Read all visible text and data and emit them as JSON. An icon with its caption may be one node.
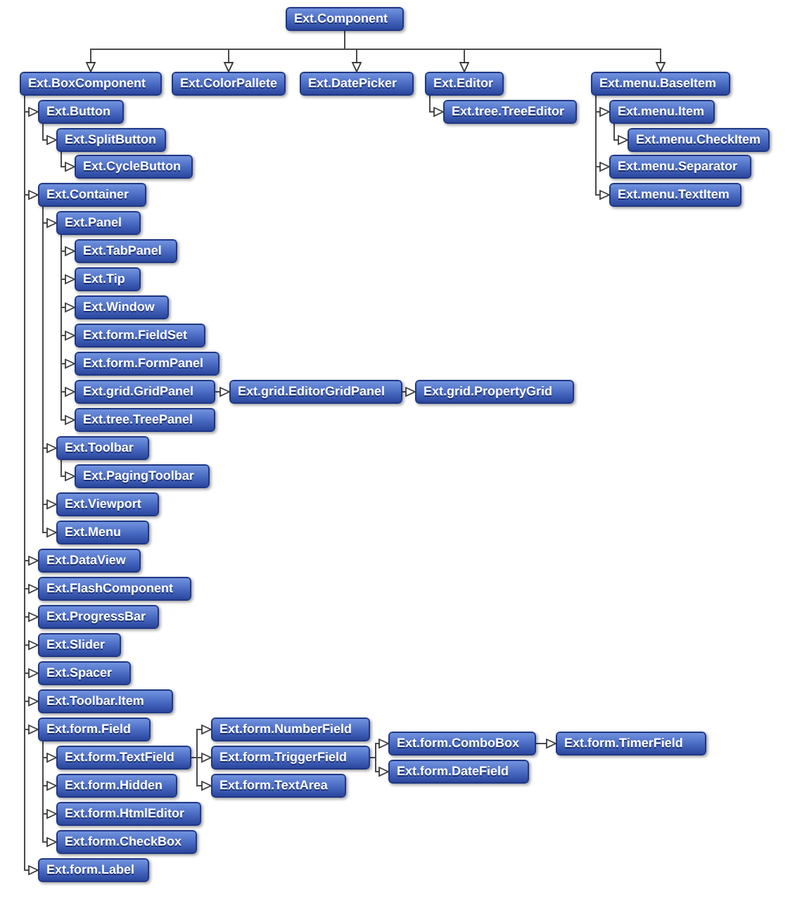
{
  "diagram": {
    "nodes": [
      {
        "text": [
          "Ext.Component"
        ]
      },
      {
        "text": [
          "Ext.BoxComponent"
        ]
      },
      {
        "text": [
          "Ext.ColorPallete"
        ]
      },
      {
        "text": [
          "Ext.DatePicker"
        ]
      },
      {
        "text": [
          "Ext.Editor"
        ]
      },
      {
        "text": [
          "Ext.menu.BaseItem"
        ]
      },
      {
        "text": [
          "Ext.Button"
        ]
      },
      {
        "text": [
          "Ext.tree.TreeEditor"
        ]
      },
      {
        "text": [
          "Ext.menu.Item"
        ]
      },
      {
        "text": [
          "Ext.SplitButton"
        ]
      },
      {
        "text": [
          "Ext.menu.CheckItem"
        ]
      },
      {
        "text": [
          "Ext.CycleButton"
        ]
      },
      {
        "text": [
          "Ext.menu.Separator"
        ]
      },
      {
        "text": [
          "Ext.Container"
        ]
      },
      {
        "text": [
          "Ext.menu.TextItem"
        ]
      },
      {
        "text": [
          "Ext.Panel"
        ]
      },
      {
        "text": [
          "Ext.TabPanel"
        ]
      },
      {
        "text": [
          "Ext.Tip"
        ]
      },
      {
        "text": [
          "Ext.Window"
        ]
      },
      {
        "text": [
          "Ext.form.FieldSet"
        ]
      },
      {
        "text": [
          "Ext.form.FormPanel"
        ]
      },
      {
        "text": [
          "Ext.grid.GridPanel"
        ]
      },
      {
        "text": [
          "Ext.grid.EditorGridPanel"
        ]
      },
      {
        "text": [
          "Ext.grid.PropertyGrid"
        ]
      },
      {
        "text": [
          "Ext.tree.TreePanel"
        ]
      },
      {
        "text": [
          "Ext.Toolbar"
        ]
      },
      {
        "text": [
          "Ext.PagingToolbar"
        ]
      },
      {
        "text": [
          "Ext.Viewport"
        ]
      },
      {
        "text": [
          "Ext.Menu"
        ]
      },
      {
        "text": [
          "Ext.DataView"
        ]
      },
      {
        "text": [
          "Ext.FlashComponent"
        ]
      },
      {
        "text": [
          "Ext.ProgressBar"
        ]
      },
      {
        "text": [
          "Ext.Slider"
        ]
      },
      {
        "text": [
          "Ext.Spacer"
        ]
      },
      {
        "text": [
          "Ext.Toolbar.Item"
        ]
      },
      {
        "text": [
          "Ext.form.Field"
        ]
      },
      {
        "text": [
          "Ext.form.NumberField"
        ]
      },
      {
        "text": [
          "Ext.form.TextField"
        ]
      },
      {
        "text": [
          "Ext.form.TriggerField"
        ]
      },
      {
        "text": [
          "Ext.form.ComboBox"
        ]
      },
      {
        "text": [
          "Ext.form.TimerField"
        ]
      },
      {
        "text": [
          "Ext.form.DateField"
        ]
      },
      {
        "text": [
          "Ext.form.TextArea"
        ]
      },
      {
        "text": [
          "Ext.form.Hidden"
        ]
      },
      {
        "text": [
          "Ext.form.HtmlEditor"
        ]
      },
      {
        "text": [
          "Ext.form.CheckBox"
        ]
      },
      {
        "text": [
          "Ext.form.Label"
        ]
      }
    ],
    "edges": [
      {
        "from": 0,
        "to": 1,
        "arrow": "to"
      },
      {
        "from": 0,
        "to": 2,
        "arrow": "to"
      },
      {
        "from": 0,
        "to": 3,
        "arrow": "to"
      },
      {
        "from": 0,
        "to": 4,
        "arrow": "to"
      },
      {
        "from": 0,
        "to": 5,
        "arrow": "to"
      },
      {
        "from": 1,
        "to": 6,
        "arrow": "to"
      },
      {
        "from": 6,
        "to": 9,
        "arrow": "to"
      },
      {
        "from": 9,
        "to": 11,
        "arrow": "to"
      },
      {
        "from": 4,
        "to": 7,
        "arrow": "to"
      },
      {
        "from": 5,
        "to": 8,
        "arrow": "to"
      },
      {
        "from": 8,
        "to": 10,
        "arrow": "to"
      },
      {
        "from": 5,
        "to": 12,
        "arrow": "to"
      },
      {
        "from": 5,
        "to": 14,
        "arrow": "to"
      },
      {
        "from": 1,
        "to": 13,
        "arrow": "to"
      },
      {
        "from": 13,
        "to": 15,
        "arrow": "to"
      },
      {
        "from": 15,
        "to": 16,
        "arrow": "to"
      },
      {
        "from": 15,
        "to": 17,
        "arrow": "to"
      },
      {
        "from": 15,
        "to": 18,
        "arrow": "to"
      },
      {
        "from": 15,
        "to": 19,
        "arrow": "to"
      },
      {
        "from": 15,
        "to": 20,
        "arrow": "to"
      },
      {
        "from": 15,
        "to": 21,
        "arrow": "to"
      },
      {
        "from": 21,
        "to": 22,
        "arrow": "to"
      },
      {
        "from": 22,
        "to": 23,
        "arrow": "to"
      },
      {
        "from": 15,
        "to": 24,
        "arrow": "to"
      },
      {
        "from": 13,
        "to": 25,
        "arrow": "to"
      },
      {
        "from": 25,
        "to": 26,
        "arrow": "to"
      },
      {
        "from": 13,
        "to": 27,
        "arrow": "to"
      },
      {
        "from": 13,
        "to": 28,
        "arrow": "to"
      },
      {
        "from": 1,
        "to": 29,
        "arrow": "to"
      },
      {
        "from": 1,
        "to": 30,
        "arrow": "to"
      },
      {
        "from": 1,
        "to": 31,
        "arrow": "to"
      },
      {
        "from": 1,
        "to": 32,
        "arrow": "to"
      },
      {
        "from": 1,
        "to": 33,
        "arrow": "to"
      },
      {
        "from": 1,
        "to": 34,
        "arrow": "to"
      },
      {
        "from": 1,
        "to": 35,
        "arrow": "to"
      },
      {
        "from": 35,
        "to": 37,
        "arrow": "to"
      },
      {
        "from": 37,
        "to": 36,
        "arrow": "to"
      },
      {
        "from": 37,
        "to": 38,
        "arrow": "to"
      },
      {
        "from": 37,
        "to": 42,
        "arrow": "to"
      },
      {
        "from": 38,
        "to": 39,
        "arrow": "to"
      },
      {
        "from": 39,
        "to": 40,
        "arrow": "to"
      },
      {
        "from": 38,
        "to": 41,
        "arrow": "to"
      },
      {
        "from": 35,
        "to": 43,
        "arrow": "to"
      },
      {
        "from": 35,
        "to": 44,
        "arrow": "to"
      },
      {
        "from": 35,
        "to": 45,
        "arrow": "to"
      },
      {
        "from": 1,
        "to": 46,
        "arrow": "to"
      }
    ]
  }
}
